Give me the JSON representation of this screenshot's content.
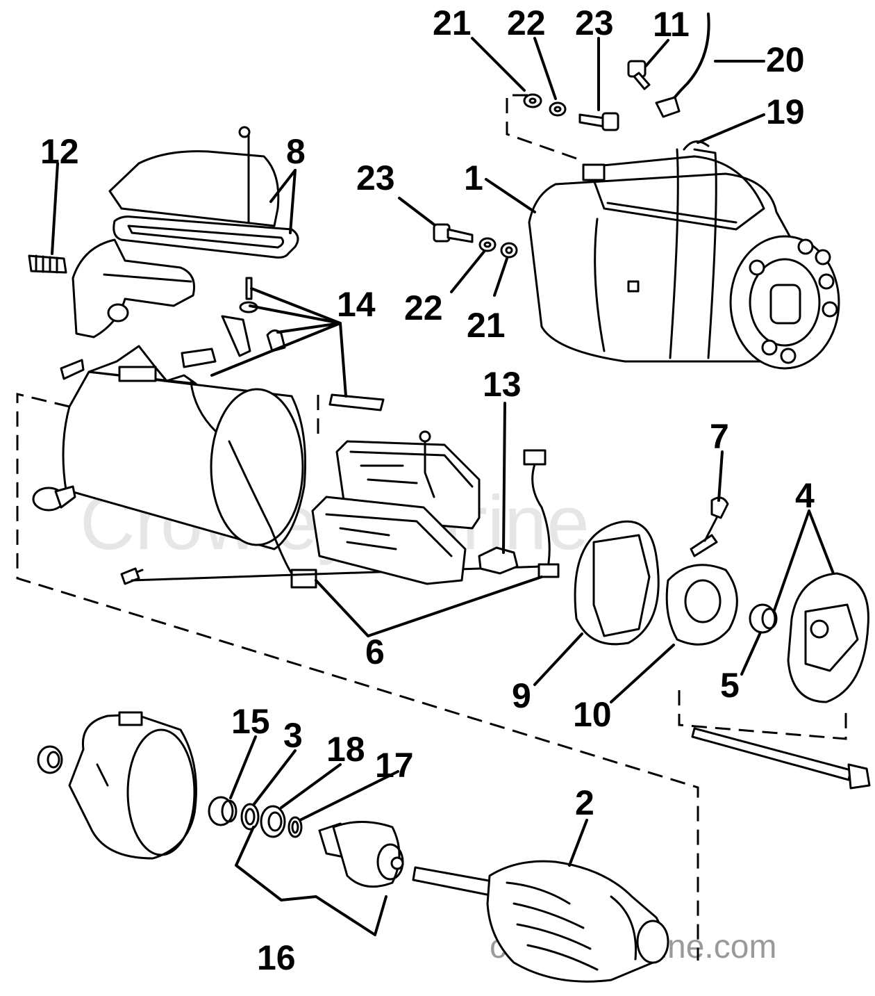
{
  "watermark": "CrowleyMarine",
  "footer_watermark": "crowleymarine.com",
  "callouts": {
    "c1": "1",
    "c2": "2",
    "c3": "3",
    "c4": "4",
    "c5": "5",
    "c6": "6",
    "c7": "7",
    "c8": "8",
    "c9": "9",
    "c10": "10",
    "c11": "11",
    "c12": "12",
    "c13": "13",
    "c14": "14",
    "c15": "15",
    "c16": "16",
    "c17": "17",
    "c18": "18",
    "c19": "19",
    "c20": "20",
    "c21a": "21",
    "c21b": "21",
    "c22a": "22",
    "c22b": "22",
    "c23a": "23",
    "c23b": "23"
  }
}
